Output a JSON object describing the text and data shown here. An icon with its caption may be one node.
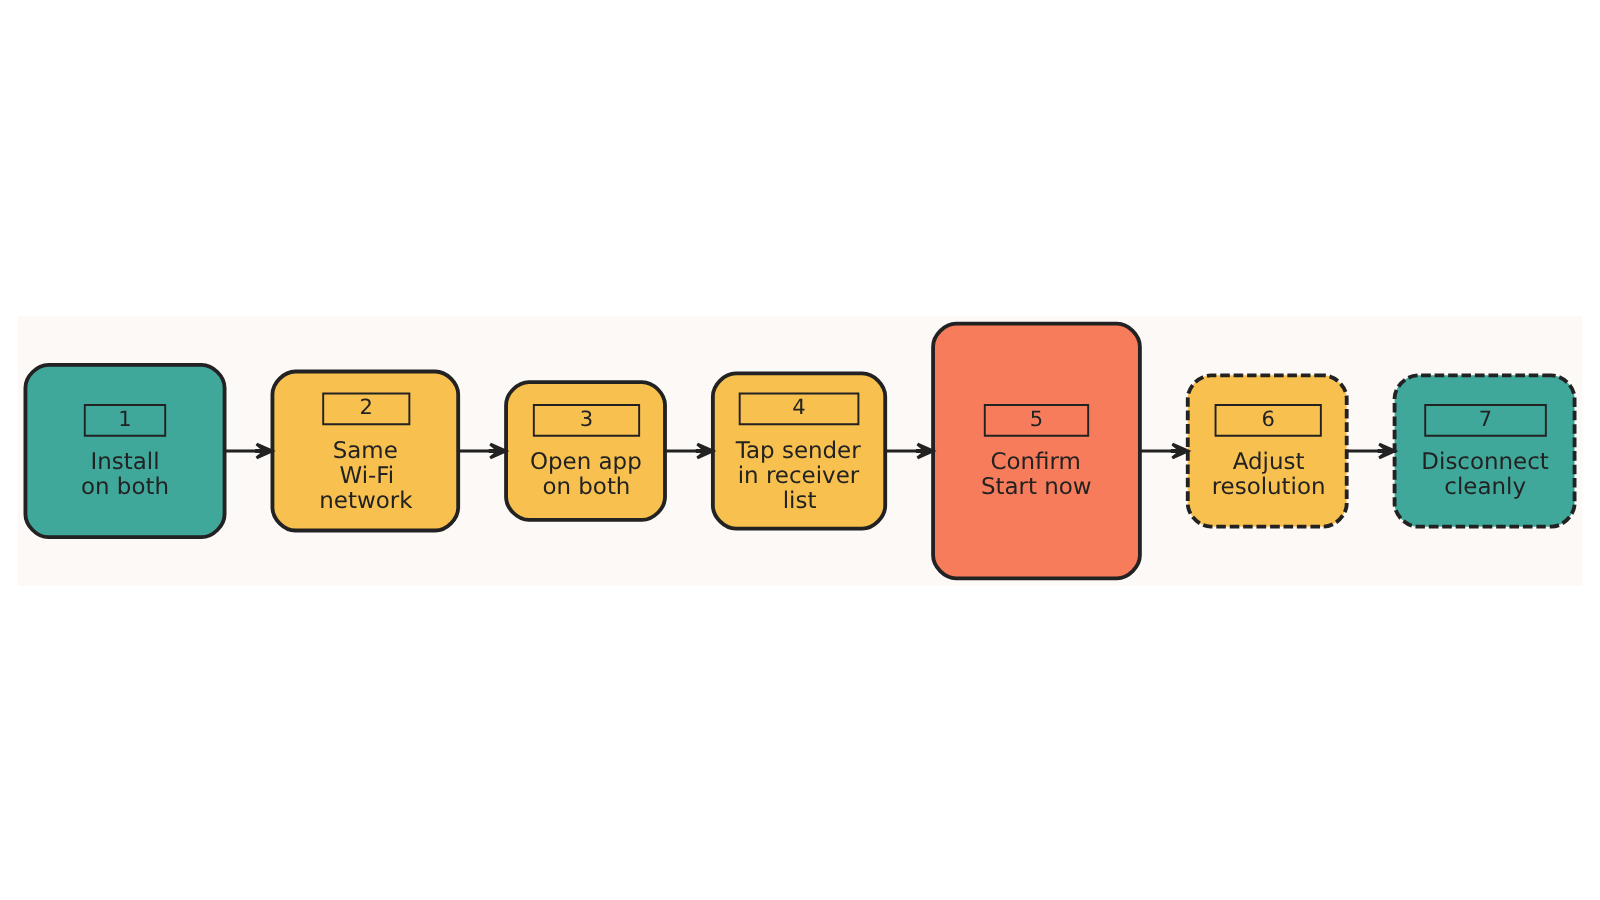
{
  "diagram": {
    "nodes": [
      {
        "text": [
          "1",
          "Install on both"
        ]
      },
      {
        "text": [
          "2",
          "Same Wi-Fi network"
        ]
      },
      {
        "text": [
          "3",
          "Open app on both"
        ]
      },
      {
        "text": [
          "4",
          "Tap sender in receiver list"
        ]
      },
      {
        "text": [
          "5",
          "Confirm Start now"
        ]
      },
      {
        "text": [
          "6",
          "Adjust resolution"
        ]
      },
      {
        "text": [
          "7",
          "Disconnect cleanly"
        ]
      }
    ],
    "edges": [
      {
        "from": 0,
        "to": 1,
        "arrow": "to"
      },
      {
        "from": 1,
        "to": 2,
        "arrow": "to"
      },
      {
        "from": 2,
        "to": 3,
        "arrow": "to"
      },
      {
        "from": 3,
        "to": 4,
        "arrow": "to"
      },
      {
        "from": 4,
        "to": 5,
        "arrow": "to"
      },
      {
        "from": 5,
        "to": 6,
        "arrow": "to"
      }
    ]
  }
}
